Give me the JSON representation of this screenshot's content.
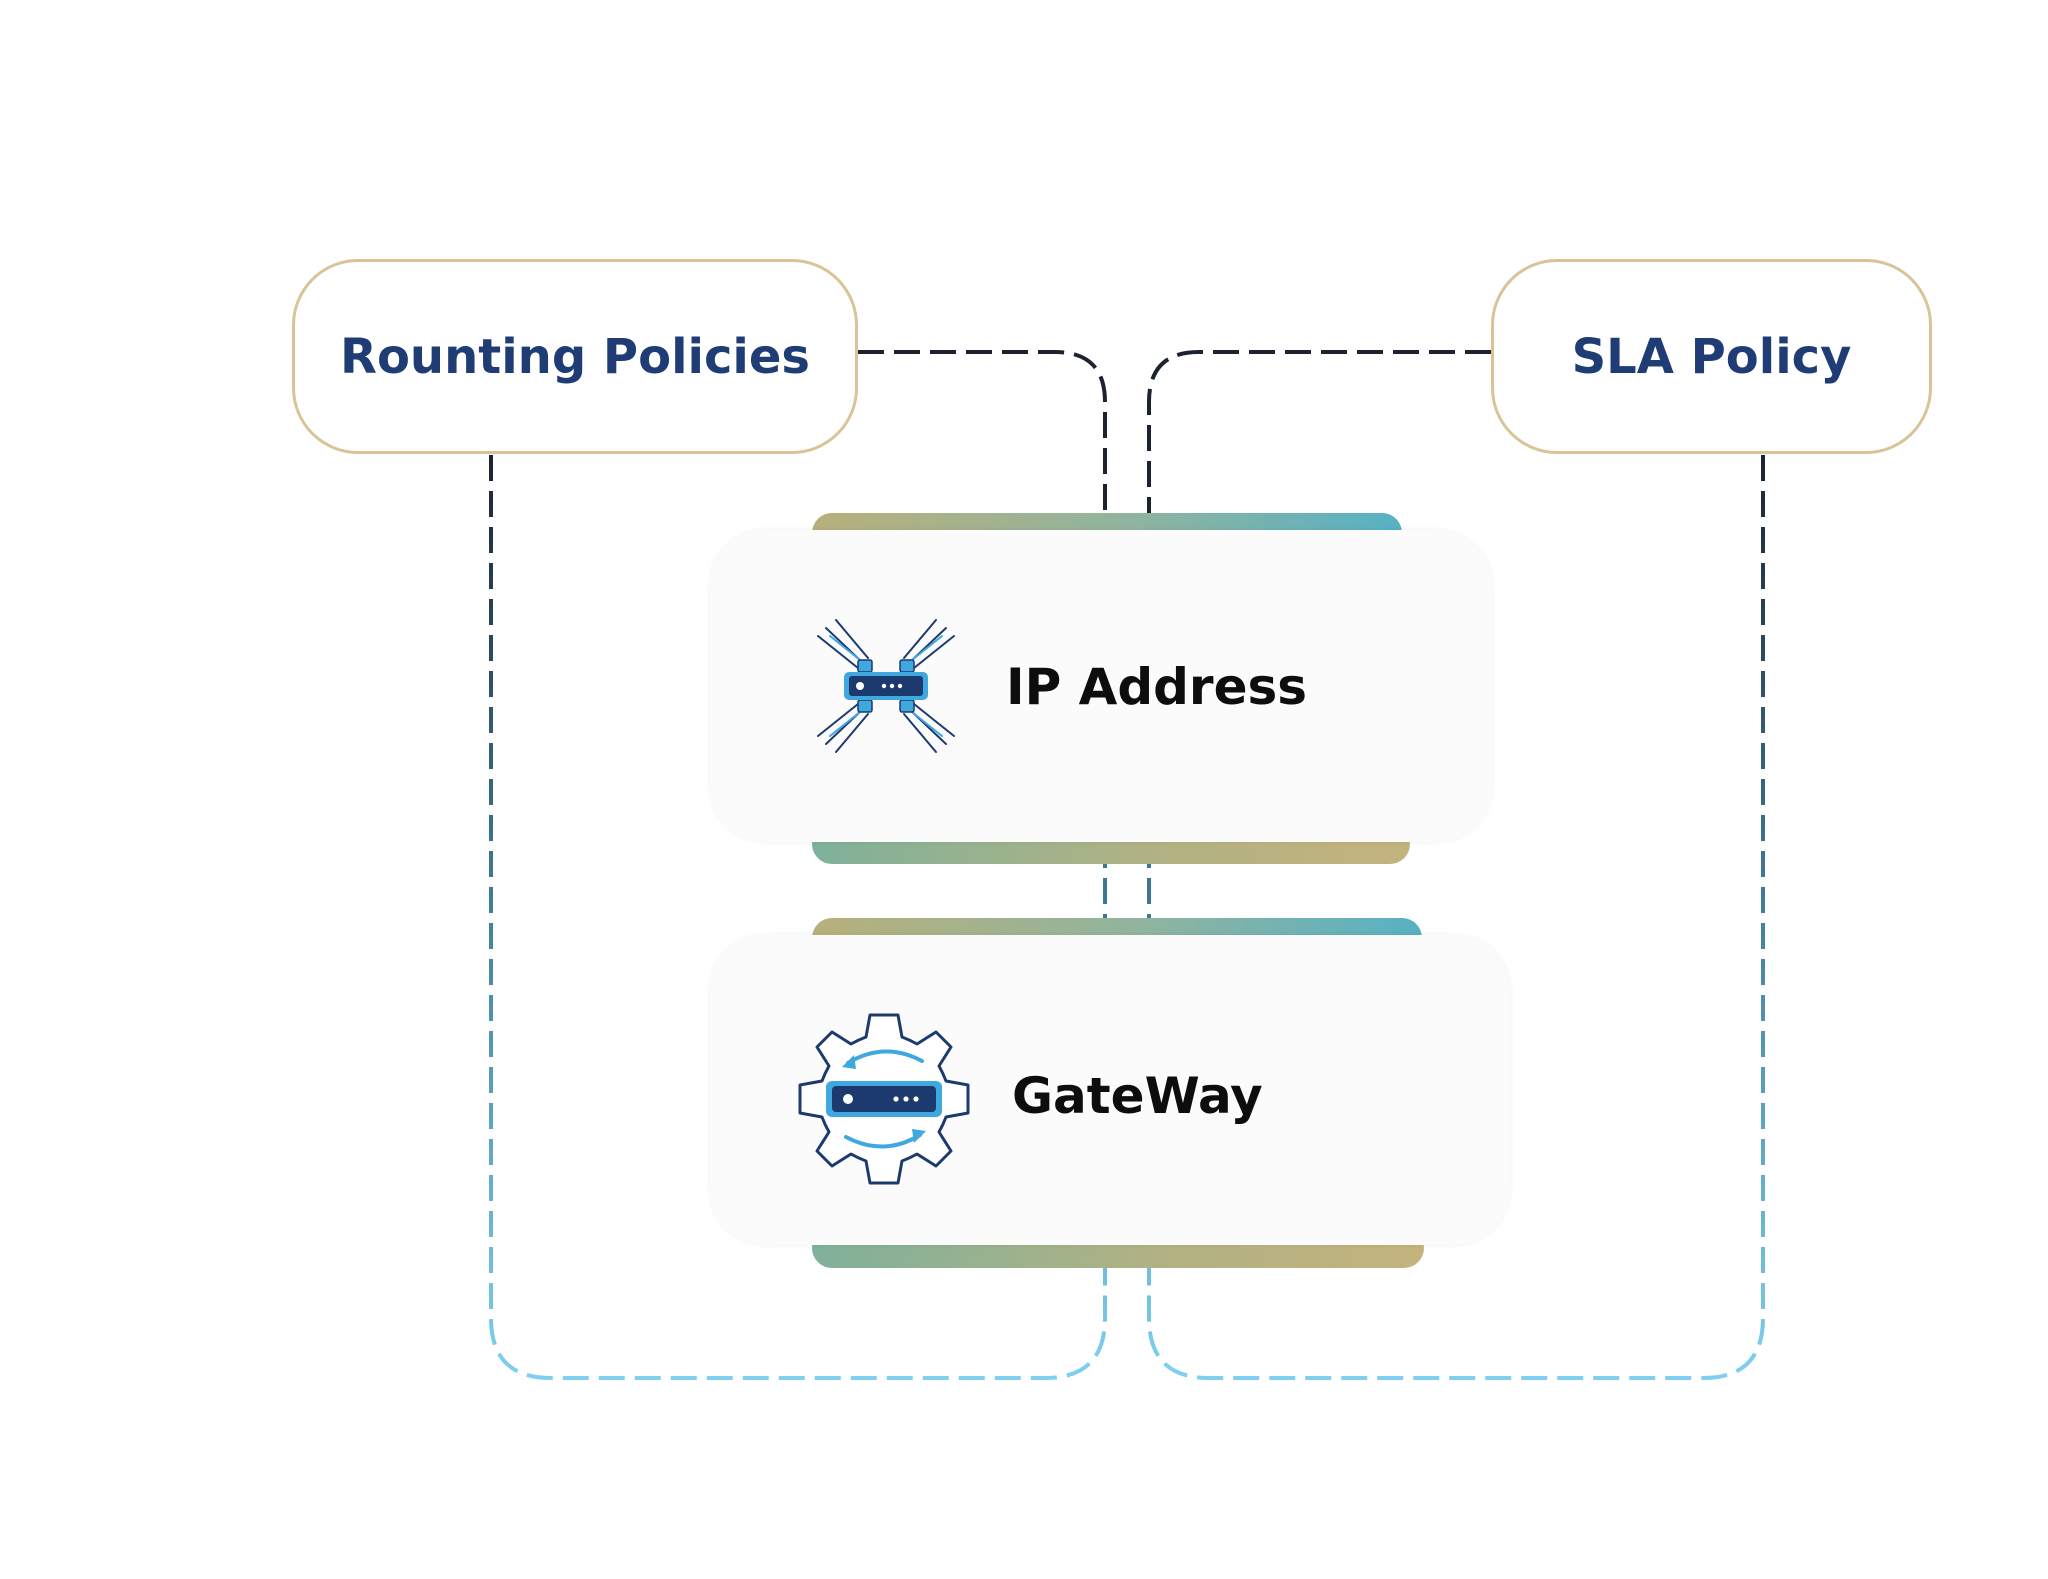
{
  "nodes": {
    "routing_policies": "Rounting Policies",
    "sla_policy": "SLA Policy",
    "ip_address": "IP Address",
    "gateway": "GateWay"
  },
  "icons": {
    "ip_address": "router-network-icon",
    "gateway": "gear-router-icon"
  },
  "colors": {
    "policy_text": "#1f3d74",
    "policy_border": "#d8c496",
    "card_text": "#0d0d0d",
    "connector_dark": "#1c2230",
    "connector_light": "#7fd0f0",
    "band_teal": "#57b1c4",
    "band_gold": "#c4b37d",
    "icon_navy": "#1c3a6e",
    "icon_blue": "#3ea8df"
  }
}
